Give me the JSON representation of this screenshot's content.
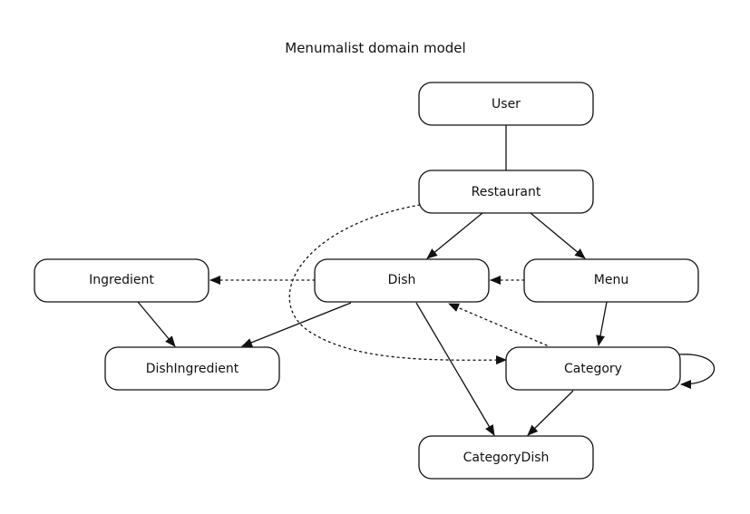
{
  "title": "Menumalist domain model",
  "colors": {
    "stroke": "#111111",
    "fill": "#ffffff",
    "text": "#111111"
  },
  "nodes": {
    "user": {
      "label": "User"
    },
    "restaurant": {
      "label": "Restaurant"
    },
    "ingredient": {
      "label": "Ingredient"
    },
    "dish": {
      "label": "Dish"
    },
    "menu": {
      "label": "Menu"
    },
    "dishingredient": {
      "label": "DishIngredient"
    },
    "category": {
      "label": "Category"
    },
    "categorydish": {
      "label": "CategoryDish"
    }
  },
  "edges": [
    {
      "from": "User",
      "to": "Restaurant",
      "style": "solid",
      "arrow": false
    },
    {
      "from": "Restaurant",
      "to": "Dish",
      "style": "solid",
      "arrow": true
    },
    {
      "from": "Restaurant",
      "to": "Menu",
      "style": "solid",
      "arrow": true
    },
    {
      "from": "Restaurant",
      "to": "Category",
      "style": "dotted",
      "arrow": true
    },
    {
      "from": "Dish",
      "to": "Ingredient",
      "style": "dotted",
      "arrow": true
    },
    {
      "from": "Menu",
      "to": "Dish",
      "style": "dotted",
      "arrow": true
    },
    {
      "from": "Category",
      "to": "Dish",
      "style": "dotted",
      "arrow": true
    },
    {
      "from": "Ingredient",
      "to": "DishIngredient",
      "style": "solid",
      "arrow": true
    },
    {
      "from": "Dish",
      "to": "DishIngredient",
      "style": "solid",
      "arrow": true
    },
    {
      "from": "Dish",
      "to": "CategoryDish",
      "style": "solid",
      "arrow": true
    },
    {
      "from": "Menu",
      "to": "Category",
      "style": "solid",
      "arrow": true
    },
    {
      "from": "Category",
      "to": "CategoryDish",
      "style": "solid",
      "arrow": true
    },
    {
      "from": "Category",
      "to": "Category",
      "style": "solid",
      "arrow": true
    }
  ]
}
